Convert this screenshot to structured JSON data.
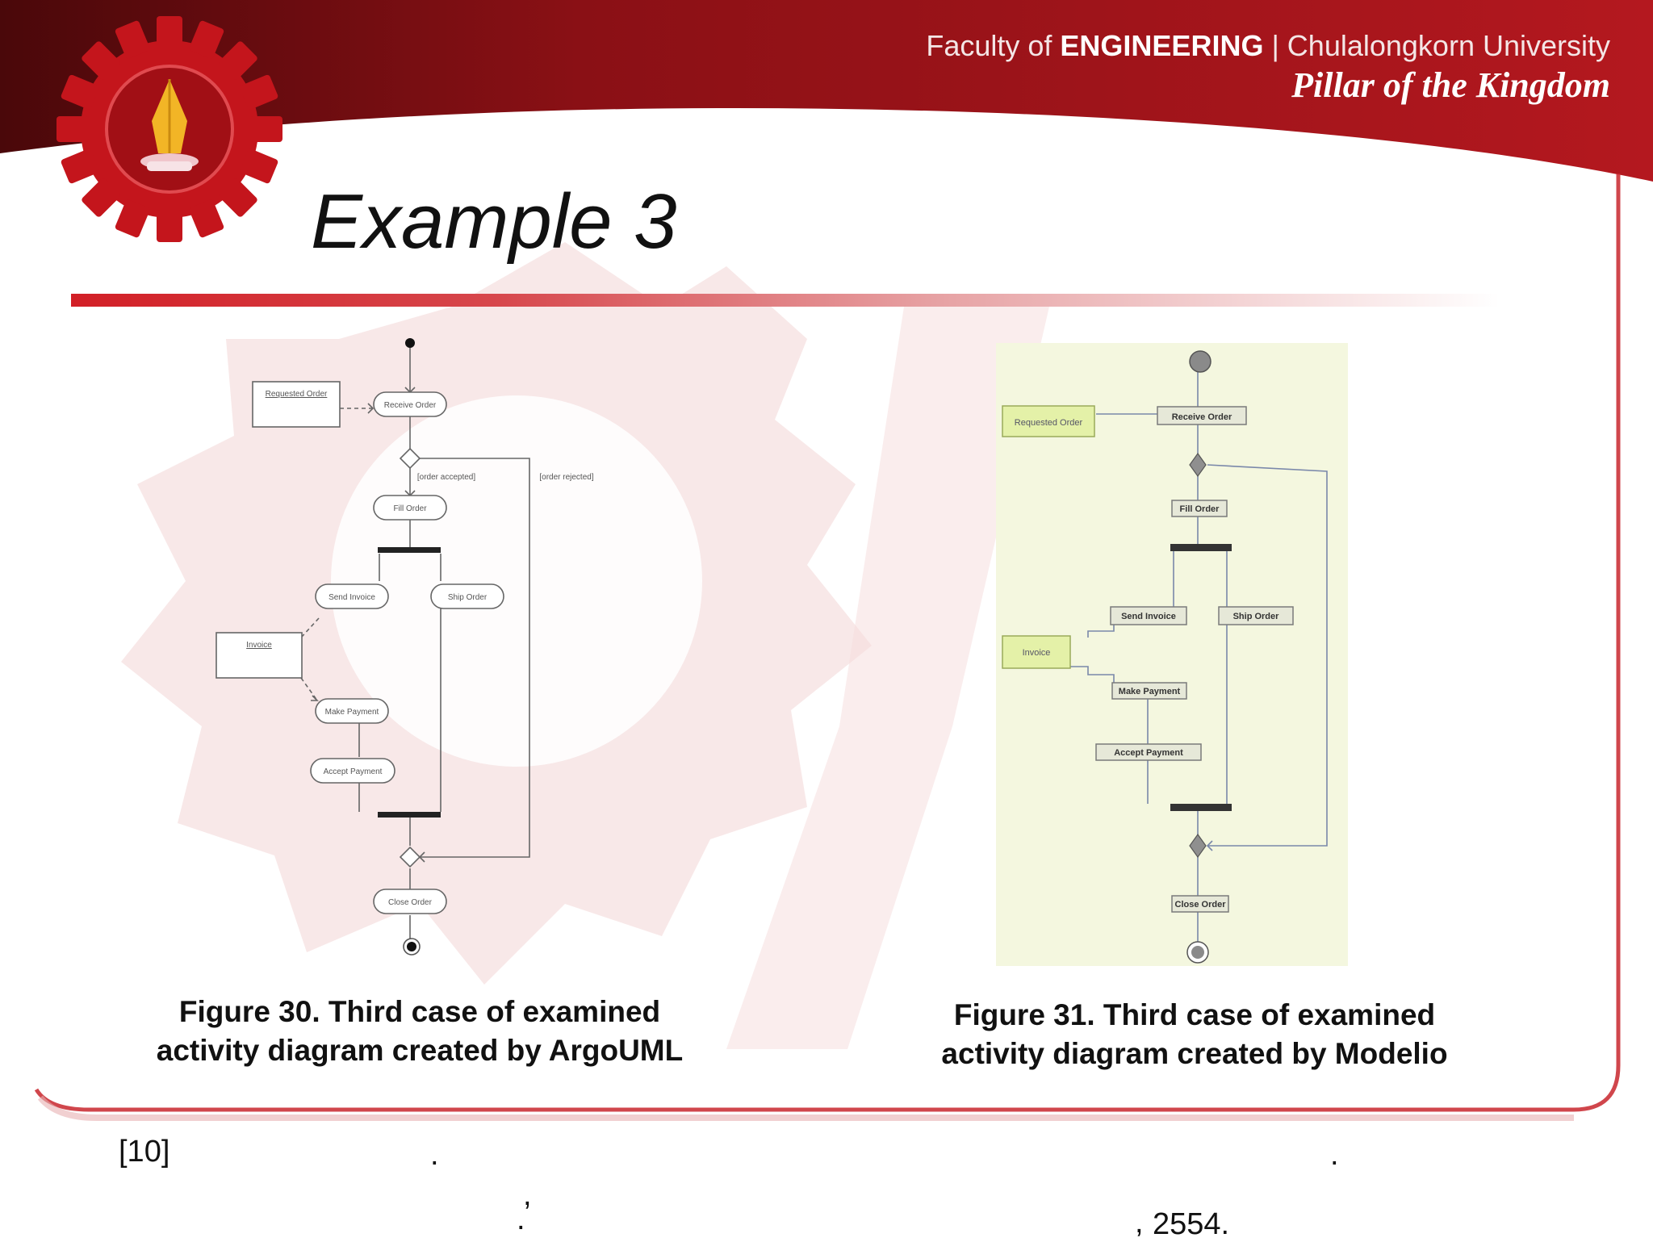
{
  "header": {
    "faculty_prefix": "Faculty of ",
    "faculty_bold": "ENGINEERING",
    "faculty_suffix": " | Chulalongkorn University",
    "tagline": "Pillar of the Kingdom"
  },
  "slide": {
    "title": "Example 3"
  },
  "figure_left": {
    "caption_line1": "Figure 30. Third case of examined",
    "caption_line2": "activity diagram created by ArgoUML",
    "nodes": {
      "requested_order": "Requested Order",
      "receive_order": "Receive Order",
      "order_accepted": "[order accepted]",
      "order_rejected": "[order rejected]",
      "fill_order": "Fill Order",
      "send_invoice": "Send Invoice",
      "ship_order": "Ship Order",
      "invoice": "Invoice",
      "make_payment": "Make Payment",
      "accept_payment": "Accept Payment",
      "close_order": "Close Order"
    }
  },
  "figure_right": {
    "caption_line1": "Figure 31. Third case of examined",
    "caption_line2": "activity diagram created by Modelio",
    "nodes": {
      "requested_order": "Requested Order",
      "receive_order": "Receive Order",
      "fill_order": "Fill Order",
      "send_invoice": "Send Invoice",
      "ship_order": "Ship Order",
      "invoice": "Invoice",
      "make_payment": "Make Payment",
      "accept_payment": "Accept Payment",
      "close_order": "Close Order"
    }
  },
  "footer": {
    "ref": "[10]",
    "dot": ".",
    "comma": ",",
    "year": "2554."
  },
  "colors": {
    "brand_red": "#a5151b",
    "dark_red": "#5a0a0c",
    "rule_red": "#d21f26",
    "modelio_bg": "#f4f7df",
    "modelio_object": "#e4f1a8",
    "modelio_action": "#e6e8d8"
  }
}
